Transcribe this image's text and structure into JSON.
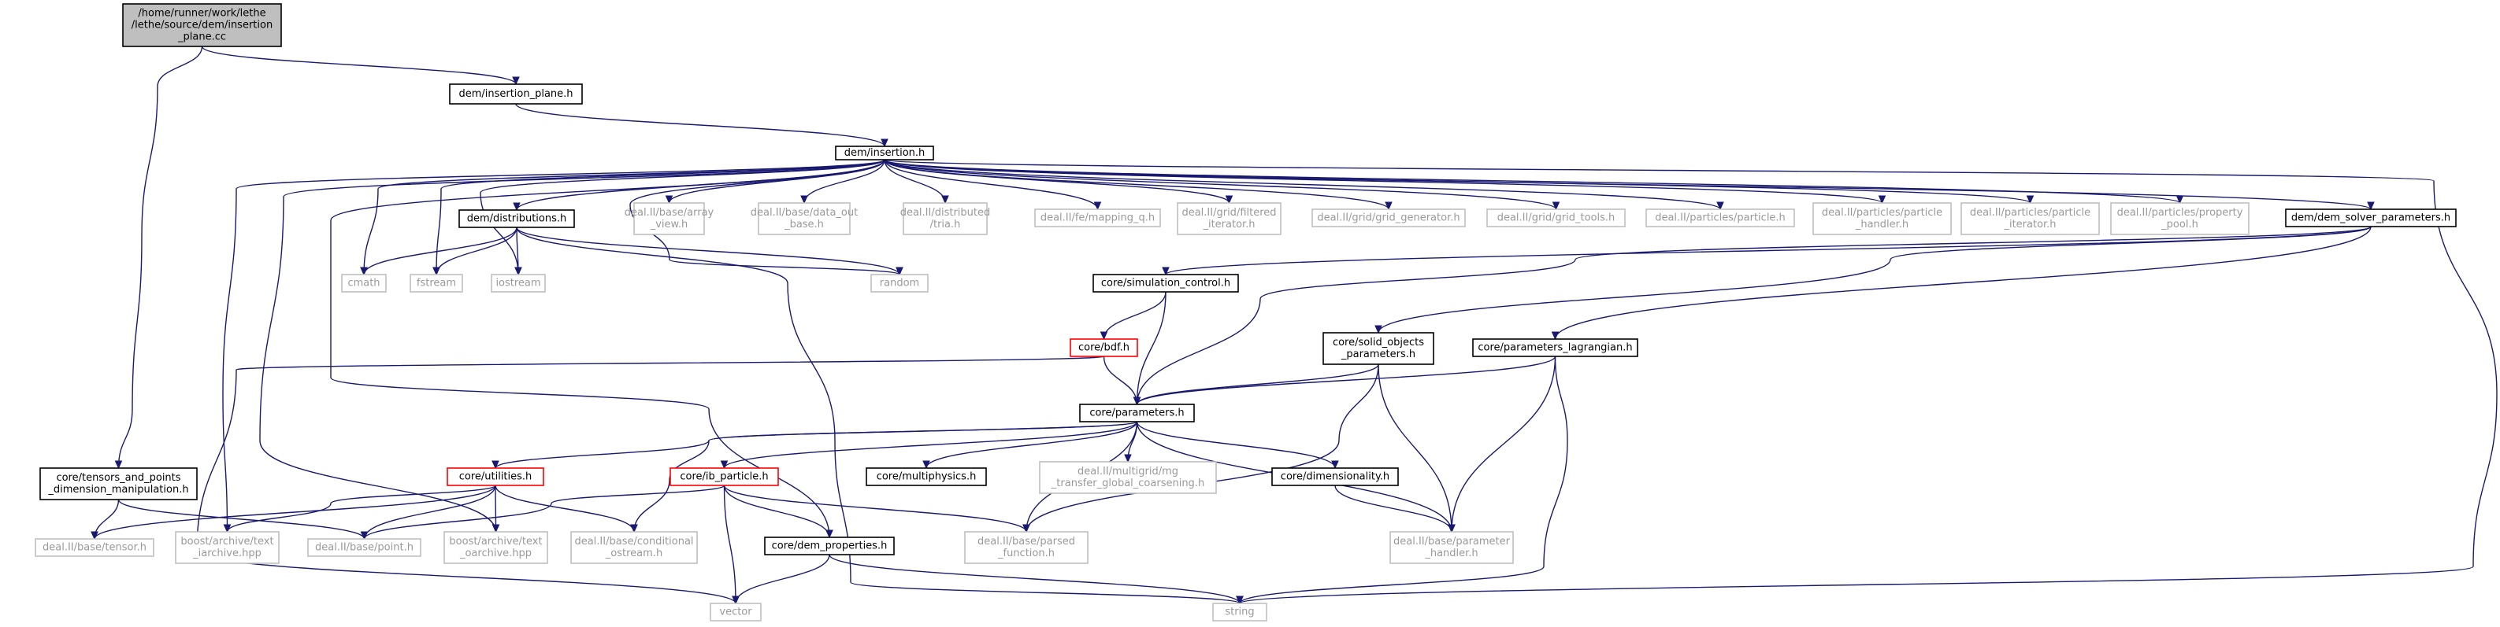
{
  "diagram": {
    "type": "include-dependency-graph",
    "colors": {
      "edge": "#191970",
      "root_fill": "#bfbfbf",
      "node_border": "#000000",
      "truncated_border": "#ff0000",
      "external_border": "#bfbfbf",
      "external_text": "#999999"
    },
    "nodes": [
      {
        "id": "insertion_plane_cc",
        "lines": [
          "/home/runner/work/lethe",
          "/lethe/source/dem/insertion",
          "_plane.cc"
        ],
        "style": "root"
      },
      {
        "id": "dem_insertion_plane_h",
        "lines": [
          "dem/insertion_plane.h"
        ],
        "style": "normal"
      },
      {
        "id": "dem_insertion_h",
        "lines": [
          "dem/insertion.h"
        ],
        "style": "normal"
      },
      {
        "id": "dem_distributions_h",
        "lines": [
          "dem/distributions.h"
        ],
        "style": "normal"
      },
      {
        "id": "array_view",
        "lines": [
          "deal.II/base/array",
          "_view.h"
        ],
        "style": "external"
      },
      {
        "id": "data_out_base",
        "lines": [
          "deal.II/base/data_out",
          "_base.h"
        ],
        "style": "external"
      },
      {
        "id": "distributed_tria",
        "lines": [
          "deal.II/distributed",
          "/tria.h"
        ],
        "style": "external"
      },
      {
        "id": "mapping_q",
        "lines": [
          "deal.II/fe/mapping_q.h"
        ],
        "style": "external"
      },
      {
        "id": "filtered_iterator",
        "lines": [
          "deal.II/grid/filtered",
          "_iterator.h"
        ],
        "style": "external"
      },
      {
        "id": "grid_generator",
        "lines": [
          "deal.II/grid/grid_generator.h"
        ],
        "style": "external"
      },
      {
        "id": "grid_tools",
        "lines": [
          "deal.II/grid/grid_tools.h"
        ],
        "style": "external"
      },
      {
        "id": "particle",
        "lines": [
          "deal.II/particles/particle.h"
        ],
        "style": "external"
      },
      {
        "id": "particle_handler",
        "lines": [
          "deal.II/particles/particle",
          "_handler.h"
        ],
        "style": "external"
      },
      {
        "id": "particle_iterator",
        "lines": [
          "deal.II/particles/particle",
          "_iterator.h"
        ],
        "style": "external"
      },
      {
        "id": "property_pool",
        "lines": [
          "deal.II/particles/property",
          "_pool.h"
        ],
        "style": "external"
      },
      {
        "id": "dem_solver_parameters",
        "lines": [
          "dem/dem_solver_parameters.h"
        ],
        "style": "normal"
      },
      {
        "id": "cmath",
        "lines": [
          "cmath"
        ],
        "style": "external"
      },
      {
        "id": "fstream",
        "lines": [
          "fstream"
        ],
        "style": "external"
      },
      {
        "id": "iostream",
        "lines": [
          "iostream"
        ],
        "style": "external"
      },
      {
        "id": "random",
        "lines": [
          "random"
        ],
        "style": "external"
      },
      {
        "id": "simulation_control",
        "lines": [
          "core/simulation_control.h"
        ],
        "style": "normal"
      },
      {
        "id": "bdf",
        "lines": [
          "core/bdf.h"
        ],
        "style": "truncated"
      },
      {
        "id": "solid_objects_parameters",
        "lines": [
          "core/solid_objects",
          "_parameters.h"
        ],
        "style": "normal"
      },
      {
        "id": "parameters_lagrangian",
        "lines": [
          "core/parameters_lagrangian.h"
        ],
        "style": "normal"
      },
      {
        "id": "parameters",
        "lines": [
          "core/parameters.h"
        ],
        "style": "normal"
      },
      {
        "id": "tensors_points",
        "lines": [
          "core/tensors_and_points",
          "_dimension_manipulation.h"
        ],
        "style": "normal"
      },
      {
        "id": "utilities",
        "lines": [
          "core/utilities.h"
        ],
        "style": "truncated"
      },
      {
        "id": "ib_particle",
        "lines": [
          "core/ib_particle.h"
        ],
        "style": "truncated"
      },
      {
        "id": "multiphysics",
        "lines": [
          "core/multiphysics.h"
        ],
        "style": "normal"
      },
      {
        "id": "mg_transfer",
        "lines": [
          "deal.II/multigrid/mg",
          "_transfer_global_coarsening.h"
        ],
        "style": "external"
      },
      {
        "id": "dimensionality",
        "lines": [
          "core/dimensionality.h"
        ],
        "style": "normal"
      },
      {
        "id": "tensor",
        "lines": [
          "deal.II/base/tensor.h"
        ],
        "style": "external"
      },
      {
        "id": "text_iarchive",
        "lines": [
          "boost/archive/text",
          "_iarchive.hpp"
        ],
        "style": "external"
      },
      {
        "id": "point",
        "lines": [
          "deal.II/base/point.h"
        ],
        "style": "external"
      },
      {
        "id": "text_oarchive",
        "lines": [
          "boost/archive/text",
          "_oarchive.hpp"
        ],
        "style": "external"
      },
      {
        "id": "conditional_ostream",
        "lines": [
          "deal.II/base/conditional",
          "_ostream.h"
        ],
        "style": "external"
      },
      {
        "id": "dem_properties",
        "lines": [
          "core/dem_properties.h"
        ],
        "style": "normal"
      },
      {
        "id": "parsed_function",
        "lines": [
          "deal.II/base/parsed",
          "_function.h"
        ],
        "style": "external"
      },
      {
        "id": "parameter_handler",
        "lines": [
          "deal.II/base/parameter",
          "_handler.h"
        ],
        "style": "external"
      },
      {
        "id": "vector",
        "lines": [
          "vector"
        ],
        "style": "external"
      },
      {
        "id": "string",
        "lines": [
          "string"
        ],
        "style": "external"
      }
    ],
    "edges": [
      [
        "insertion_plane_cc",
        "dem_insertion_plane_h"
      ],
      [
        "insertion_plane_cc",
        "tensors_points"
      ],
      [
        "dem_insertion_plane_h",
        "dem_insertion_h"
      ],
      [
        "dem_insertion_h",
        "dem_distributions_h"
      ],
      [
        "dem_insertion_h",
        "array_view"
      ],
      [
        "dem_insertion_h",
        "data_out_base"
      ],
      [
        "dem_insertion_h",
        "distributed_tria"
      ],
      [
        "dem_insertion_h",
        "mapping_q"
      ],
      [
        "dem_insertion_h",
        "filtered_iterator"
      ],
      [
        "dem_insertion_h",
        "grid_generator"
      ],
      [
        "dem_insertion_h",
        "grid_tools"
      ],
      [
        "dem_insertion_h",
        "particle"
      ],
      [
        "dem_insertion_h",
        "particle_handler"
      ],
      [
        "dem_insertion_h",
        "particle_iterator"
      ],
      [
        "dem_insertion_h",
        "property_pool"
      ],
      [
        "dem_insertion_h",
        "dem_solver_parameters"
      ],
      [
        "dem_insertion_h",
        "cmath"
      ],
      [
        "dem_insertion_h",
        "fstream"
      ],
      [
        "dem_insertion_h",
        "iostream"
      ],
      [
        "dem_insertion_h",
        "random"
      ],
      [
        "dem_insertion_h",
        "text_iarchive"
      ],
      [
        "dem_insertion_h",
        "text_oarchive"
      ],
      [
        "dem_insertion_h",
        "dem_properties"
      ],
      [
        "dem_insertion_h",
        "string"
      ],
      [
        "dem_distributions_h",
        "cmath"
      ],
      [
        "dem_distributions_h",
        "fstream"
      ],
      [
        "dem_distributions_h",
        "iostream"
      ],
      [
        "dem_distributions_h",
        "random"
      ],
      [
        "dem_distributions_h",
        "string"
      ],
      [
        "dem_solver_parameters",
        "simulation_control"
      ],
      [
        "dem_solver_parameters",
        "solid_objects_parameters"
      ],
      [
        "dem_solver_parameters",
        "parameters_lagrangian"
      ],
      [
        "dem_solver_parameters",
        "parameters"
      ],
      [
        "simulation_control",
        "bdf"
      ],
      [
        "simulation_control",
        "parameters"
      ],
      [
        "bdf",
        "parameters"
      ],
      [
        "bdf",
        "vector"
      ],
      [
        "solid_objects_parameters",
        "parameters"
      ],
      [
        "solid_objects_parameters",
        "parsed_function"
      ],
      [
        "solid_objects_parameters",
        "parameter_handler"
      ],
      [
        "parameters_lagrangian",
        "parameters"
      ],
      [
        "parameters_lagrangian",
        "parameter_handler"
      ],
      [
        "parameters_lagrangian",
        "string"
      ],
      [
        "parameters",
        "utilities"
      ],
      [
        "parameters",
        "ib_particle"
      ],
      [
        "parameters",
        "multiphysics"
      ],
      [
        "parameters",
        "mg_transfer"
      ],
      [
        "parameters",
        "dimensionality"
      ],
      [
        "parameters",
        "conditional_ostream"
      ],
      [
        "parameters",
        "parsed_function"
      ],
      [
        "parameters",
        "parameter_handler"
      ],
      [
        "tensors_points",
        "tensor"
      ],
      [
        "tensors_points",
        "point"
      ],
      [
        "utilities",
        "tensor"
      ],
      [
        "utilities",
        "text_iarchive"
      ],
      [
        "utilities",
        "point"
      ],
      [
        "utilities",
        "text_oarchive"
      ],
      [
        "utilities",
        "conditional_ostream"
      ],
      [
        "ib_particle",
        "point"
      ],
      [
        "ib_particle",
        "dem_properties"
      ],
      [
        "ib_particle",
        "parsed_function"
      ],
      [
        "ib_particle",
        "vector"
      ],
      [
        "dimensionality",
        "parameter_handler"
      ],
      [
        "dem_properties",
        "vector"
      ],
      [
        "dem_properties",
        "string"
      ]
    ]
  }
}
